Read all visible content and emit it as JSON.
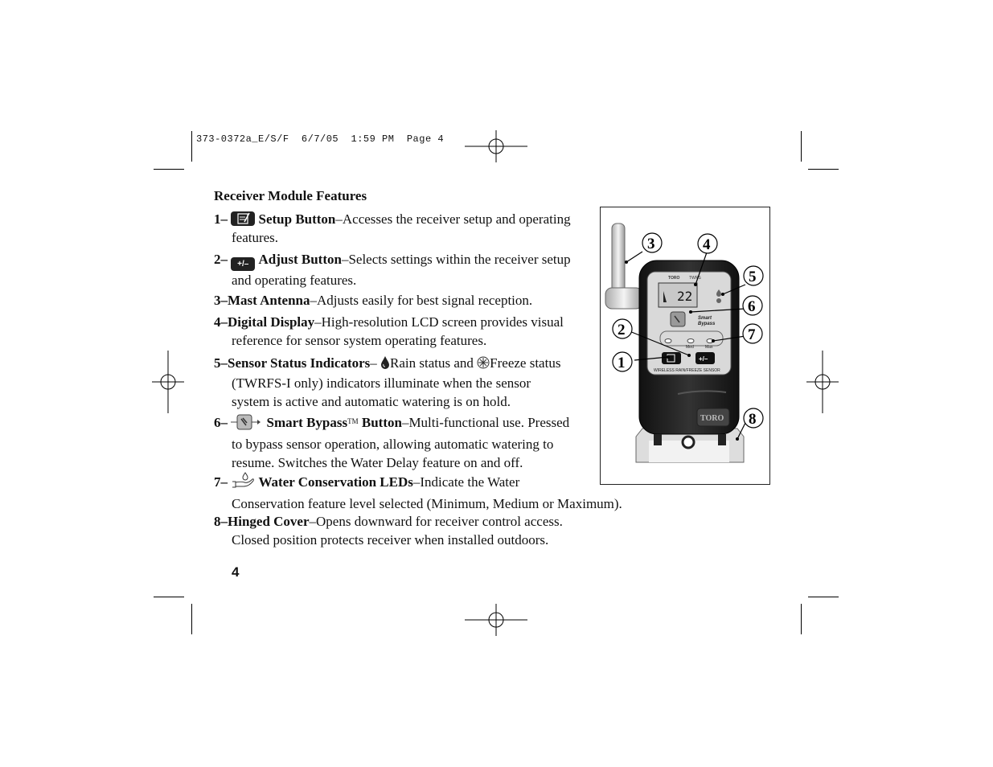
{
  "slug_line": "373-0372a_E/S/F  6/7/05  1:59 PM  Page 4",
  "heading": "Receiver Module Features",
  "features": [
    {
      "num": "1–",
      "name": "Setup Button",
      "desc_first": "–Accesses the receiver setup and operating",
      "desc_rest": "features.",
      "icon": "setup-icon"
    },
    {
      "num": "2–",
      "name": "Adjust Button",
      "desc_first": "–Selects settings within the receiver setup",
      "desc_rest": "and operating features.",
      "icon": "adjust-icon",
      "icon_text": "+/–"
    },
    {
      "num": "3–",
      "name": "Mast Antenna",
      "desc_first": "–Adjusts easily for best signal reception.",
      "desc_rest": ""
    },
    {
      "num": "4–",
      "name": "Digital Display",
      "desc_first": "–High-resolution LCD screen provides visual",
      "desc_rest": "reference for sensor system operating features."
    },
    {
      "num": "5–",
      "name": "Sensor Status Indicators",
      "desc_first": "– ",
      "rain_label": "Rain status and ",
      "freeze_label": "Freeze status",
      "desc_rest1": "(TWRFS-I only) indicators illuminate when the sensor",
      "desc_rest2": "system is active and automatic watering is on hold.",
      "icons": [
        "raindrop-icon",
        "snowflake-icon"
      ]
    },
    {
      "num": "6–",
      "name": "Smart Bypass",
      "tm": "TM",
      "name2": " Button",
      "desc_first": "–Multi-functional use. Pressed",
      "desc_rest1": "to bypass sensor operation, allowing automatic watering to",
      "desc_rest2": "resume. Switches the Water Delay feature on and off.",
      "icon": "smart-bypass-icon"
    },
    {
      "num": "7–",
      "name": "Water Conservation LEDs",
      "desc_first": "–Indicate the Water",
      "desc_rest": "Conservation feature level selected (Minimum, Medium or Maximum).",
      "icon": "water-conservation-icon"
    },
    {
      "num": "8–",
      "name": "Hinged Cover",
      "desc_first": "–Opens downward for receiver control access.",
      "desc_rest": "Closed position protects receiver when installed outdoors."
    }
  ],
  "page_number": "4",
  "figure": {
    "callouts": [
      "1",
      "2",
      "3",
      "4",
      "5",
      "6",
      "7",
      "8"
    ],
    "lcd_reading": "22",
    "device_labels": {
      "brand": "TORO",
      "model": "TWRS",
      "smart": "Smart",
      "bypass": "Bypass",
      "med": "Med",
      "max": "Max",
      "footer": "WIRELESS RAIN/FREEZE SENSOR",
      "adjust": "+/–"
    }
  }
}
